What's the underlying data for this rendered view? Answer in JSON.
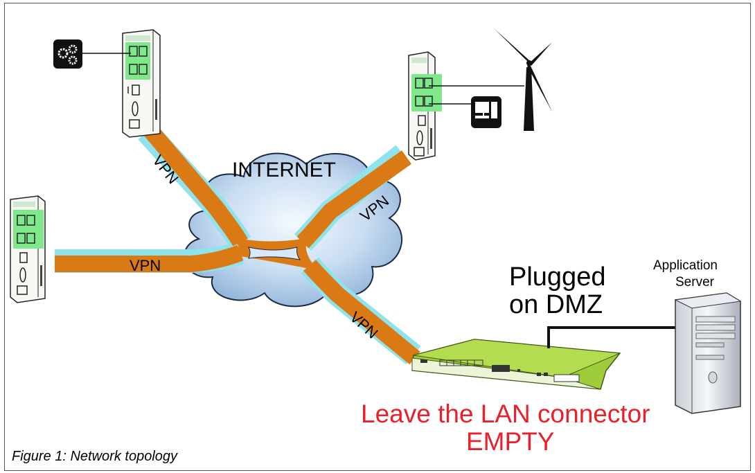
{
  "cloud_label": "INTERNET",
  "vpn_label": "VPN",
  "dmz_label": {
    "line1": "Plugged",
    "line2": "on DMZ"
  },
  "server_label": {
    "line1": "Application",
    "line2": "Server"
  },
  "warning_label": {
    "line1": "Leave the LAN connector",
    "line2": "EMPTY"
  },
  "warning_color": "#e8202a",
  "tunnel_color": "#d97a14",
  "tunnel_glow_color": "#8fe3ec",
  "router_port_color": "#7ee88a",
  "appliance_color": "#9fcc3a",
  "devices": [
    "gears-icon",
    "computer-icon",
    "wind-turbine-icon",
    "server-tower-icon"
  ],
  "caption": "Figure 1: Network topology"
}
